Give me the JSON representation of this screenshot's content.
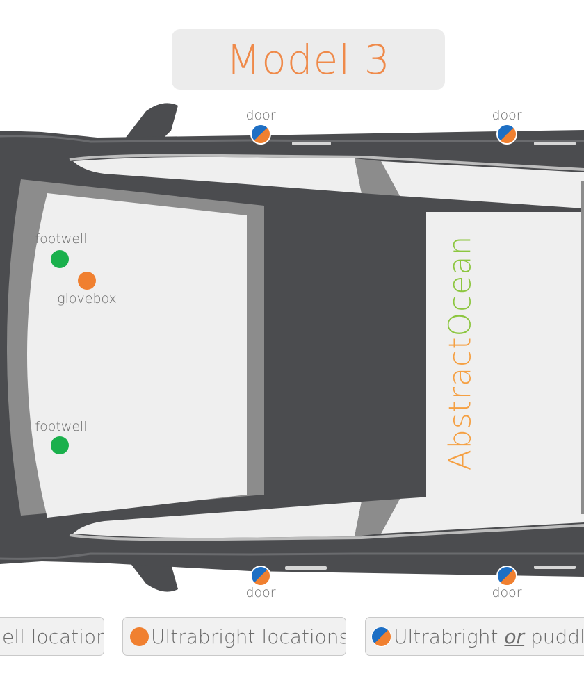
{
  "title": "Model 3",
  "brand": {
    "part1": "Abstract",
    "part2": "Ocean"
  },
  "labels": {
    "door": "door",
    "footwell": "footwell",
    "glovebox": "glovebox"
  },
  "legend": {
    "footwell": "ell locations",
    "ultrabright": "Ultrabright locations",
    "either_pre": "Ultrabright ",
    "either_or": "or",
    "either_post": " puddle"
  },
  "colors": {
    "title": "#ef8a4a",
    "orange": "#f08030",
    "green": "#1ab04c",
    "blue": "#1e6fc4",
    "brand_orange": "#f5a043",
    "brand_green": "#8cc63f",
    "car_body": "#4b4c4f",
    "glass": "#efefef",
    "frame": "#8c8c8c"
  }
}
